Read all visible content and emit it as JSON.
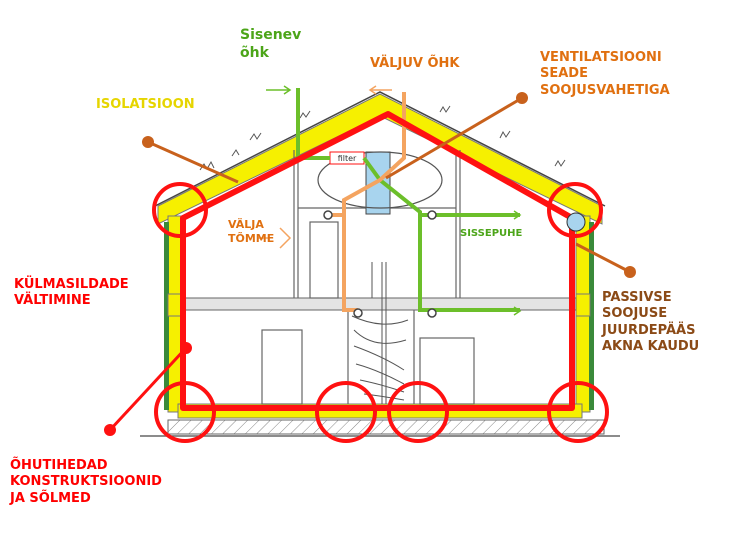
{
  "colors": {
    "insulation": "#f6f000",
    "envelope_red": "#ff1111",
    "supply_green": "#6cbf2a",
    "exhaust_orange": "#f4a460",
    "pointer_brown": "#c8611c",
    "outline_dark": "#444444",
    "label_red": "#ff0000",
    "label_orange": "#e07010",
    "label_yellow": "#e6d500",
    "label_green": "#4ca519",
    "label_brown": "#8b4a16",
    "glass_blue": "#a8d4ee"
  },
  "labels": {
    "incoming_air": "Sisenev\nõhk",
    "outgoing_air": "VÄLJUV ÕHK",
    "ventilation_unit": "VENTILATSIOONI\nSEADE\nSOOJUSVAHETIGA",
    "insulation": "ISOLATSIOON",
    "extract": "VÄLJA\nTÕMME",
    "supply": "SISSEPUHE",
    "thermal_bridges": "KÜLMASILDADE\nVÄLTIMINE",
    "passive_heat": "PASSIVSE\nSOOJUSE\nJUURDEPÄÄS\nAKNA KAUDU",
    "airtight": "ÕHUTIHEDAD\nKONSTRUKTSIOONID\nJA SÕLMED",
    "filter": "filter"
  },
  "icons": {
    "fan": "fan-icon",
    "flow_arrow": "arrow-icon",
    "pointer_dot": "dot-icon"
  }
}
